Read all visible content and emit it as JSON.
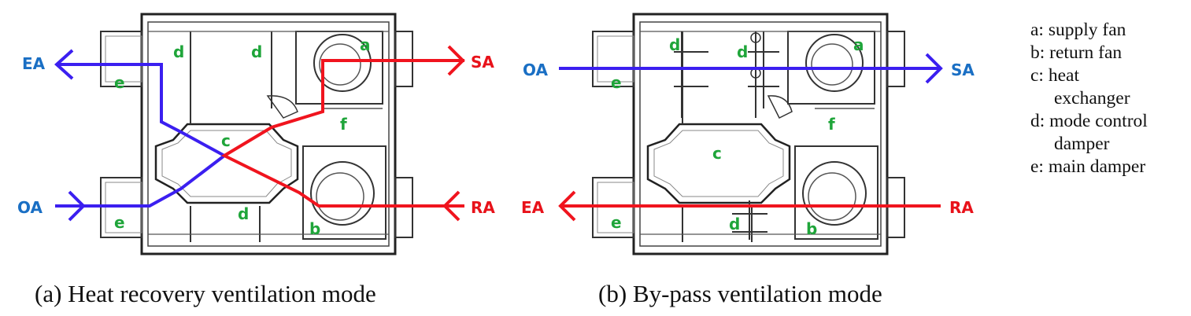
{
  "panel_a": {
    "caption": "(a) Heat recovery ventilation mode",
    "component_labels": {
      "a": "a",
      "b": "b",
      "c": "c",
      "d1": "d",
      "d2": "d",
      "d3": "d",
      "e1": "e",
      "e2": "e",
      "f": "f"
    },
    "flow_labels": {
      "ea": "EA",
      "oa": "OA",
      "sa": "SA",
      "ra": "RA"
    }
  },
  "panel_b": {
    "caption": "(b) By-pass ventilation mode",
    "component_labels": {
      "a": "a",
      "b": "b",
      "c": "c",
      "d1": "d",
      "d2": "d",
      "d3": "d",
      "e1": "e",
      "e2": "e",
      "f": "f"
    },
    "flow_labels": {
      "oa": "OA",
      "sa": "SA",
      "ea": "EA",
      "ra": "RA"
    }
  },
  "legend": {
    "items": [
      {
        "text": "a: supply fan"
      },
      {
        "text": "b: return fan"
      },
      {
        "text": "c: heat"
      },
      {
        "text": "exchanger"
      },
      {
        "text": "d: mode control"
      },
      {
        "text": "damper"
      },
      {
        "text": "e: main damper"
      }
    ]
  },
  "colors": {
    "outside_air": "#3b1ff0",
    "return_air": "#f0141e",
    "label_green": "#1fa53a",
    "label_blue": "#1a6fc4",
    "label_red": "#e8121a"
  }
}
